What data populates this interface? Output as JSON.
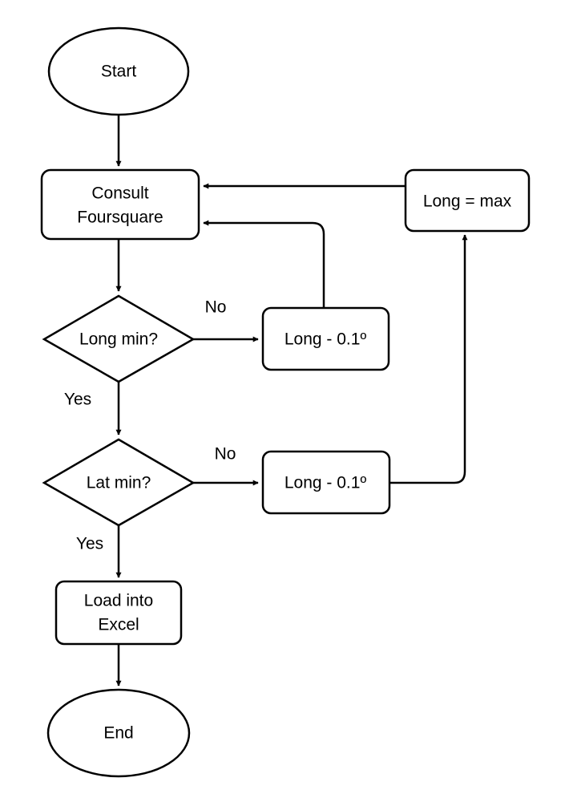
{
  "flowchart": {
    "nodes": {
      "start": "Start",
      "consult": [
        "Consult",
        "Foursquare"
      ],
      "long_min": "Long min?",
      "long_step_1": "Long - 0.1º",
      "long_max": "Long = max",
      "lat_min": "Lat min?",
      "long_step_2": "Long - 0.1º",
      "load": [
        "Load into",
        "Excel"
      ],
      "end": "End"
    },
    "edge_labels": {
      "long_min_no": "No",
      "long_min_yes": "Yes",
      "lat_min_no": "No",
      "lat_min_yes": "Yes"
    }
  }
}
